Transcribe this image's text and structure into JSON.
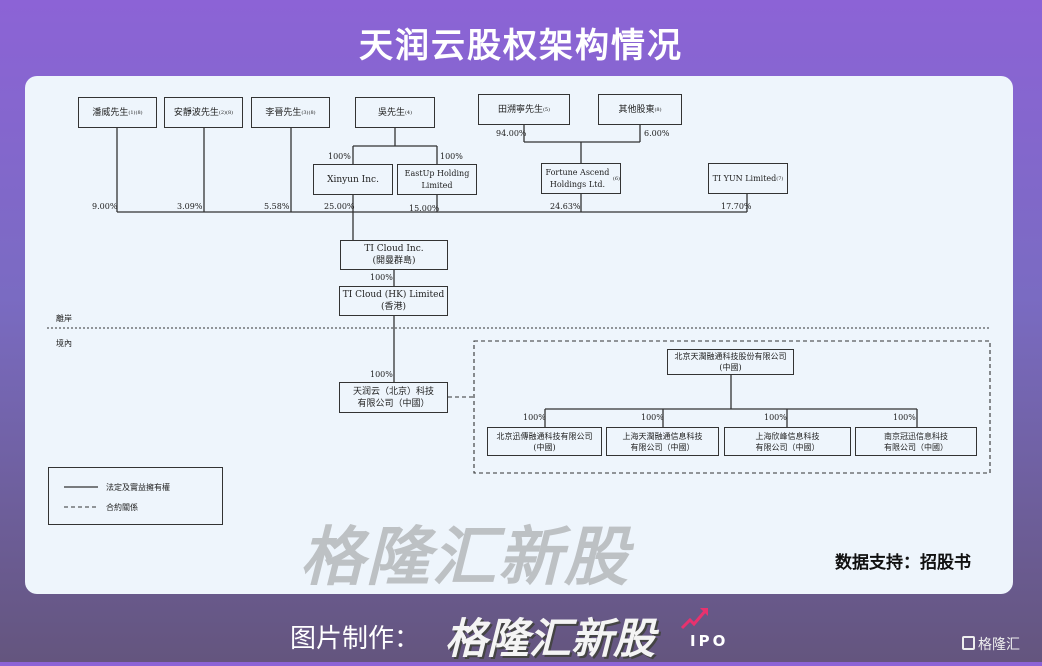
{
  "title": "天润云股权架构情况",
  "shareholders": [
    {
      "name": "潘威先生",
      "note": "(1)(8)"
    },
    {
      "name": "安靜波先生",
      "note": "(2)(8)"
    },
    {
      "name": "李晉先生",
      "note": "(3)(8)"
    },
    {
      "name": "吳先生",
      "note": "(4)"
    },
    {
      "name": "田溯寧先生",
      "note": "(5)"
    },
    {
      "name": "其他股東",
      "note": "(8)"
    }
  ],
  "entities": {
    "xinyun": "Xinyun Inc.",
    "eastup": "EastUp Holding Limited",
    "fortune": "Fortune Ascend Holdings Ltd.",
    "fortune_note": "(6)",
    "tiyun": "TI YUN Limited",
    "tiyun_note": "(7)",
    "ticloud": "TI Cloud Inc.",
    "ticloud_loc": "(開曼群島)",
    "tihk": "TI Cloud (HK) Limited",
    "tihk_loc": "(香港)",
    "wfoe_l1": "天润云（北京）科技",
    "wfoe_l2": "有限公司（中國）",
    "opco_l1": "北京天潤融通科技股份有限公司",
    "opco_l2": "(中國)",
    "subs": [
      {
        "l1": "北京迅傳融通科技有限公司",
        "l2": "(中國)"
      },
      {
        "l1": "上海天潤融通信息科技",
        "l2": "有限公司（中國）"
      },
      {
        "l1": "上海欣峰信息科技",
        "l2": "有限公司（中國）"
      },
      {
        "l1": "南京冠迅信息科技",
        "l2": "有限公司（中國）"
      }
    ]
  },
  "percentages": {
    "pan": "9.00%",
    "an": "3.09%",
    "li": "5.58%",
    "xinyun": "25.00%",
    "eastup": "15.00%",
    "fortune": "24.63%",
    "tiyun": "17.70%",
    "wu_xinyun": "100%",
    "wu_eastup": "100%",
    "tian": "94.00%",
    "others": "6.00%",
    "ticloud_hk": "100%",
    "hk_wfoe": "100%",
    "subs": [
      "100%",
      "100%",
      "100%",
      "100%"
    ]
  },
  "zones": {
    "offshore": "離岸",
    "onshore": "境內"
  },
  "legend": {
    "solid": "法定及實益擁有權",
    "dashed": "合約關係"
  },
  "watermark": "格隆汇新股",
  "source": "数据支持：招股书",
  "footer": {
    "label": "图片制作：",
    "logo": "格隆汇新股",
    "ipo": "IPO",
    "brand": "格隆汇"
  }
}
